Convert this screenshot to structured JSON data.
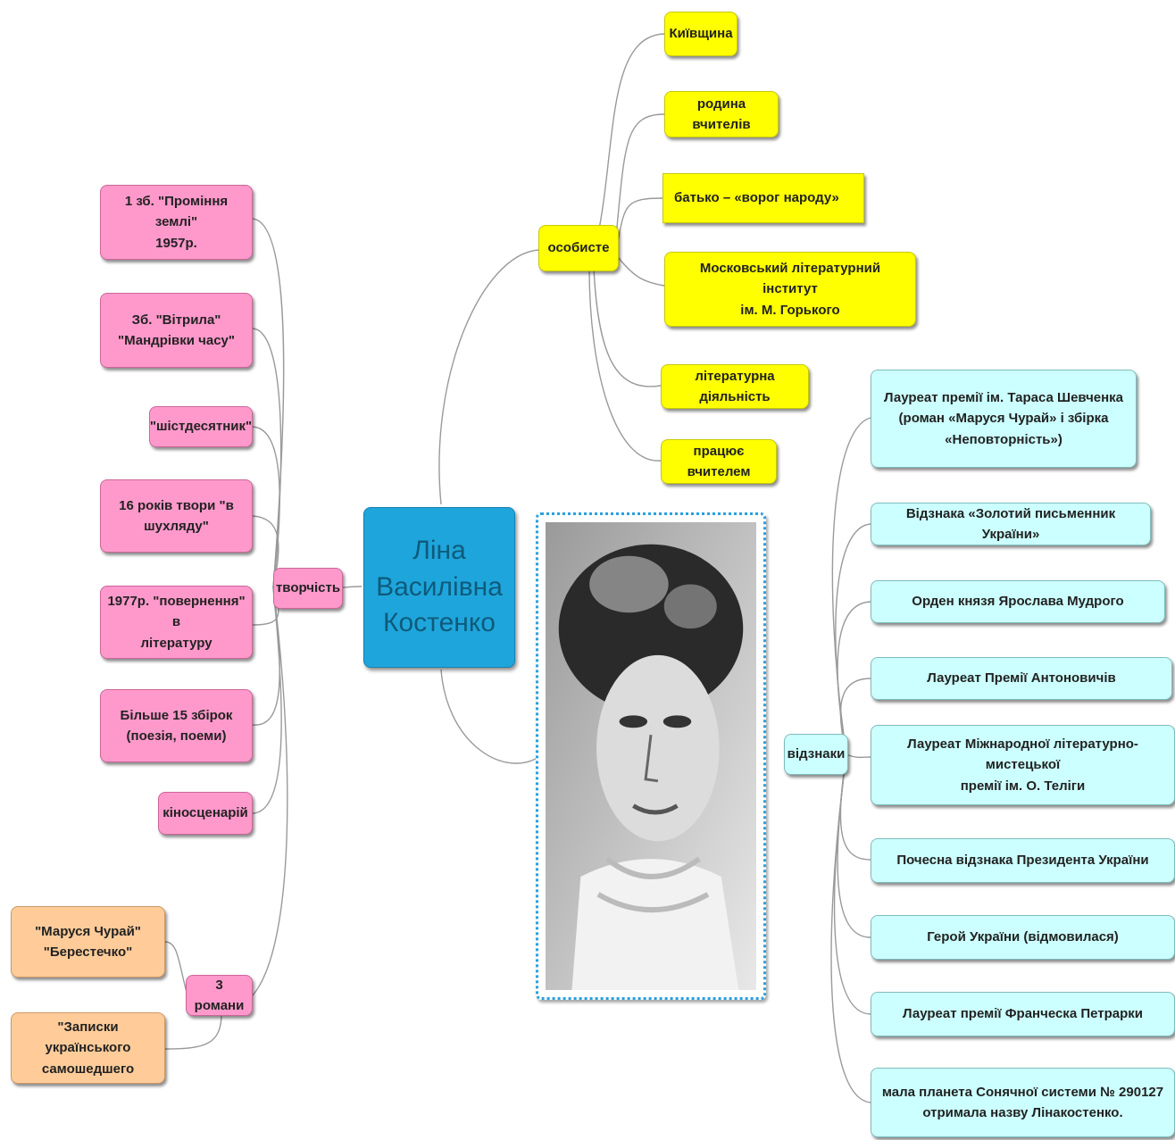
{
  "center": {
    "line1": "Ліна",
    "line2": "Василівна",
    "line3": "Костенко"
  },
  "branches": {
    "creativity": "творчість",
    "personal": "особисте",
    "awards": "відзнаки",
    "novels": "3 романи"
  },
  "creativity_items": [
    "1 зб. \"Проміння землі\"\n1957р.",
    "Зб. \"Вітрила\"\n\"Мандрівки часу\"",
    "\"шістдесятник\"",
    "16 років твори \"в\nшухляду\"",
    "1977р. \"повернення\" в\nлітературу",
    "Більше 15 збірок\n(поезія, поеми)",
    "кіносценарій"
  ],
  "novel_items": [
    "\"Маруся Чурай\"\n\"Берестечко\"",
    "\"Записки українського\nсамошедшего"
  ],
  "personal_items": [
    "Київщина",
    "родина вчителів",
    "батько – «ворог   народу»",
    "Московський літературний інститут\nім. М. Горького",
    "літературна діяльність",
    "працює вчителем"
  ],
  "award_items": [
    "Лауреат премії ім. Тараса Шевченка\n(роман «Маруся Чурай» і збірка\n«Неповторність»)",
    "Відзнака «Золотий письменник України»",
    "Орден князя Ярослава Мудрого",
    "Лауреат Премії Антоновичів",
    "Лауреат Міжнародної літературно-мистецької\nпремії ім. О. Теліги",
    "Почесна відзнака Президента України",
    "Герой України (відмовилася)",
    "Лауреат премії Франческа Петрарки",
    "мала планета Сонячної системи № 290127\nотримала назву Лінакостенко."
  ],
  "colors": {
    "creativity": "#ff99cc",
    "personal": "#ffff00",
    "awards": "#ccffff",
    "novels": "#ffcc99",
    "center": "#1ea6dc",
    "connector": "#9a9a9a"
  }
}
